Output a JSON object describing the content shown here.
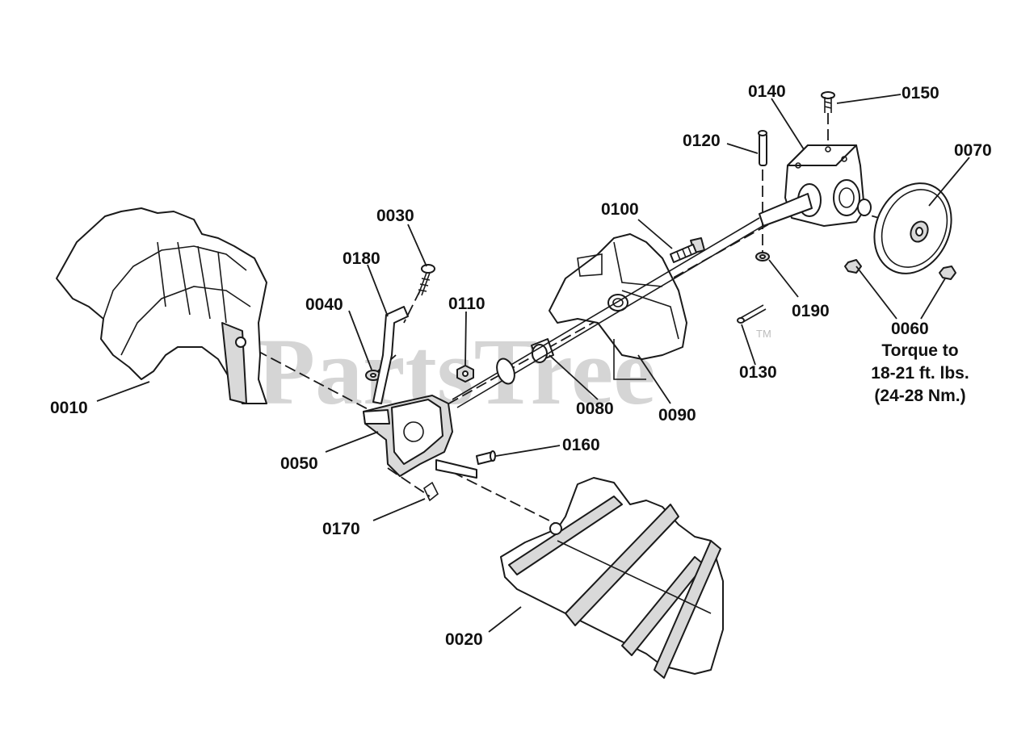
{
  "watermark": {
    "text": "PartsTree",
    "trademark": "TM"
  },
  "callouts": [
    {
      "id": "0010",
      "label": "0010"
    },
    {
      "id": "0020",
      "label": "0020"
    },
    {
      "id": "0030",
      "label": "0030"
    },
    {
      "id": "0040",
      "label": "0040"
    },
    {
      "id": "0050",
      "label": "0050"
    },
    {
      "id": "0060",
      "label": "0060"
    },
    {
      "id": "0070",
      "label": "0070"
    },
    {
      "id": "0080",
      "label": "0080"
    },
    {
      "id": "0090",
      "label": "0090"
    },
    {
      "id": "0100",
      "label": "0100"
    },
    {
      "id": "0110",
      "label": "0110"
    },
    {
      "id": "0120",
      "label": "0120"
    },
    {
      "id": "0130",
      "label": "0130"
    },
    {
      "id": "0140",
      "label": "0140"
    },
    {
      "id": "0150",
      "label": "0150"
    },
    {
      "id": "0160",
      "label": "0160"
    },
    {
      "id": "0170",
      "label": "0170"
    },
    {
      "id": "0180",
      "label": "0180"
    },
    {
      "id": "0190",
      "label": "0190"
    }
  ],
  "torque_note": {
    "line1": "Torque to",
    "line2": "18-21 ft. lbs.",
    "line3": "(24-28 Nm.)"
  }
}
